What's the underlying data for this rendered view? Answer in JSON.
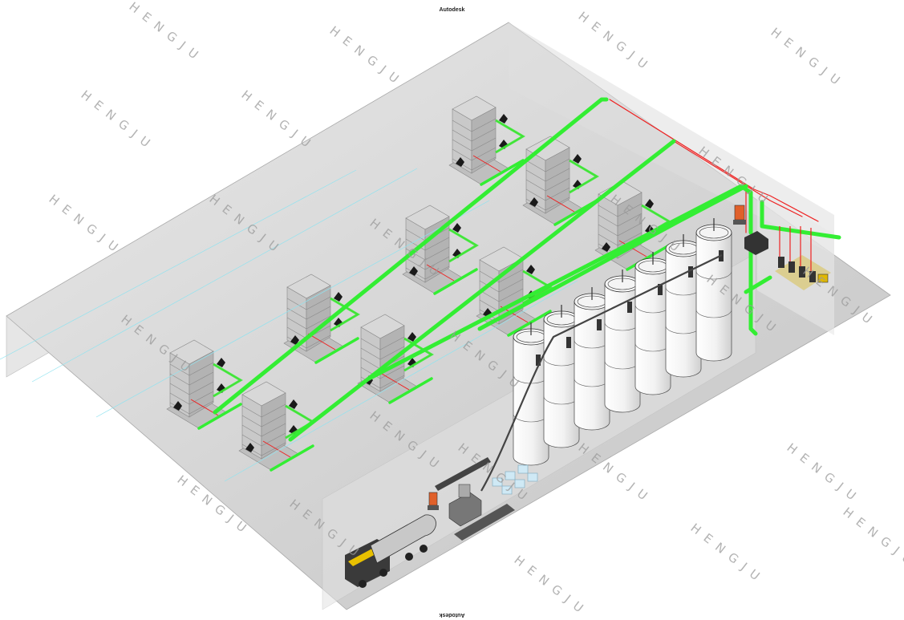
{
  "header": {
    "title": "Autodesk"
  },
  "footer": {
    "text": "Autodesk"
  },
  "watermark": {
    "text": "HENGJU"
  },
  "colors": {
    "floor": "#d6d6d6",
    "wall": "#e3e3e3",
    "main_pipe": "#33ee33",
    "signal_line": "#ee2222",
    "guide_line": "#8fe3f0",
    "machine": "#bfbfbf",
    "silo": "#ffffff",
    "controller": "#e0602a"
  },
  "icons": {
    "machine": "injection-molding-machine-icon",
    "silo": "storage-silo-icon",
    "truck": "bulk-tanker-truck-icon",
    "control": "control-cabinet-icon",
    "pump": "vacuum-pump-station-icon"
  }
}
